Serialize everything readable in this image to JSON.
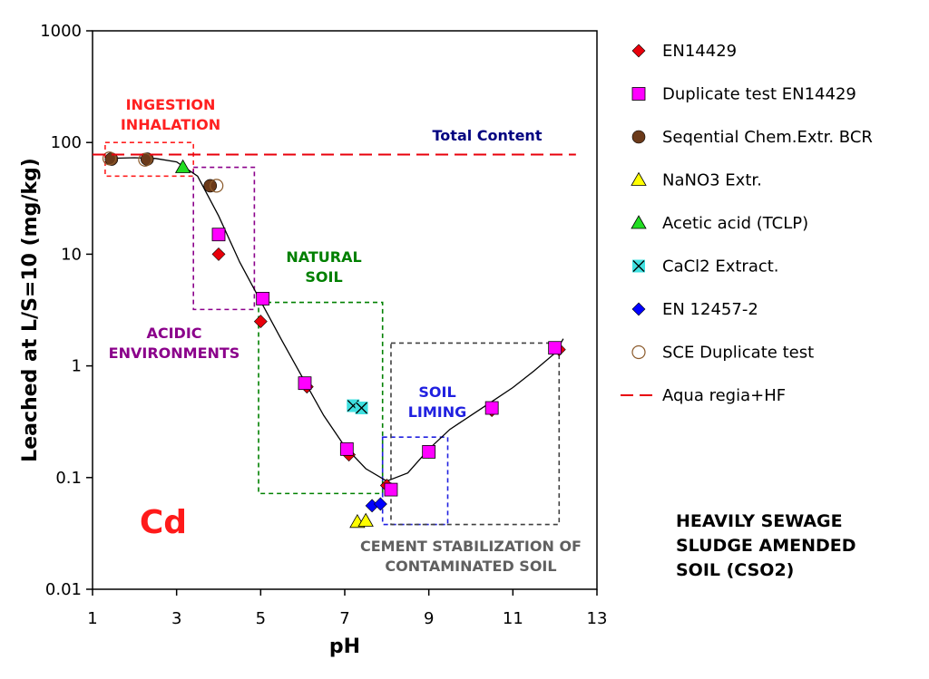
{
  "chart_data": {
    "type": "scatter",
    "xlabel": "pH",
    "ylabel": "Leached at L/S=10 (mg/kg)",
    "xlim": [
      1,
      13
    ],
    "ylim": [
      0.01,
      1000
    ],
    "y_scale": "log",
    "x_ticks": [
      "1",
      "3",
      "5",
      "7",
      "9",
      "11",
      "13"
    ],
    "y_ticks": [
      "0.01",
      "0.1",
      "1",
      "10",
      "100",
      "1000"
    ],
    "legend_position": "right",
    "element_label": "Cd",
    "sample_label": [
      "HEAVILY SEWAGE",
      "SLUDGE AMENDED",
      "SOIL (CSO2)"
    ],
    "series": [
      {
        "name": "EN14429",
        "marker": "diamond",
        "color": "#e8000b",
        "points": [
          [
            4.0,
            10
          ],
          [
            5.0,
            2.5
          ],
          [
            6.1,
            0.65
          ],
          [
            7.1,
            0.16
          ],
          [
            8.0,
            0.085
          ],
          [
            9.0,
            0.17
          ],
          [
            10.5,
            0.4
          ],
          [
            12.1,
            1.4
          ]
        ]
      },
      {
        "name": "Duplicate test EN14429",
        "marker": "square",
        "color": "#ff00ff",
        "points": [
          [
            4.0,
            15
          ],
          [
            5.05,
            4.0
          ],
          [
            6.05,
            0.7
          ],
          [
            7.05,
            0.18
          ],
          [
            8.1,
            0.078
          ],
          [
            9.0,
            0.17
          ],
          [
            10.5,
            0.42
          ],
          [
            12.0,
            1.45
          ]
        ]
      },
      {
        "name": "Seqential Chem.Extr. BCR",
        "marker": "circle",
        "color": "#6b3a1a",
        "points": [
          [
            1.45,
            71
          ],
          [
            2.3,
            71
          ],
          [
            3.8,
            41
          ]
        ]
      },
      {
        "name": "NaNO3 Extr.",
        "marker": "triangle",
        "color": "#ffff00",
        "points": [
          [
            7.3,
            0.04
          ],
          [
            7.5,
            0.041
          ]
        ]
      },
      {
        "name": "Acetic acid (TCLP)",
        "marker": "triangle",
        "color": "#22dd22",
        "points": [
          [
            3.15,
            60
          ]
        ]
      },
      {
        "name": "CaCl2 Extract.",
        "marker": "x",
        "color": "#40e0e0",
        "points": [
          [
            7.2,
            0.44
          ],
          [
            7.4,
            0.42
          ]
        ]
      },
      {
        "name": "EN 12457-2",
        "marker": "diamond",
        "color": "#0000ff",
        "points": [
          [
            7.65,
            0.056
          ],
          [
            7.85,
            0.058
          ]
        ]
      },
      {
        "name": "SCE Duplicate test",
        "marker": "open-circle",
        "color": "#8b5a2b",
        "points": [
          [
            1.4,
            72
          ],
          [
            2.25,
            70
          ],
          [
            3.95,
            41
          ]
        ]
      },
      {
        "name": "Aqua regia+HF",
        "marker": "dashed-line",
        "color": "#e8000b",
        "points": [
          [
            1.0,
            78
          ],
          [
            12.5,
            78
          ]
        ]
      }
    ],
    "trend_line": [
      [
        1.3,
        72
      ],
      [
        2,
        73
      ],
      [
        2.5,
        72
      ],
      [
        3,
        67
      ],
      [
        3.5,
        50
      ],
      [
        4,
        22
      ],
      [
        4.5,
        8.5
      ],
      [
        5,
        3.8
      ],
      [
        5.5,
        1.7
      ],
      [
        6,
        0.78
      ],
      [
        6.5,
        0.36
      ],
      [
        7,
        0.19
      ],
      [
        7.5,
        0.12
      ],
      [
        8,
        0.093
      ],
      [
        8.5,
        0.11
      ],
      [
        9,
        0.18
      ],
      [
        9.5,
        0.27
      ],
      [
        10,
        0.36
      ],
      [
        10.5,
        0.48
      ],
      [
        11,
        0.64
      ],
      [
        11.5,
        0.9
      ],
      [
        12,
        1.3
      ],
      [
        12.2,
        1.75
      ]
    ],
    "annotations": [
      {
        "lines": [
          "INGESTION",
          "INHALATION"
        ],
        "color": "#ff2020"
      },
      {
        "lines": [
          "Total Content"
        ],
        "color": "#000080"
      },
      {
        "lines": [
          "NATURAL",
          "SOIL"
        ],
        "color": "#008000"
      },
      {
        "lines": [
          "ACIDIC",
          "ENVIRONMENTS"
        ],
        "color": "#8b008b"
      },
      {
        "lines": [
          "SOIL",
          "LIMING"
        ],
        "color": "#2020e0"
      },
      {
        "lines": [
          "CEMENT STABILIZATION OF",
          "CONTAMINATED SOIL"
        ],
        "color": "#606060"
      }
    ],
    "regions": [
      {
        "name": "ingestion-inhalation",
        "x": [
          1.3,
          3.4
        ],
        "y": [
          50,
          100
        ],
        "color": "#ff2020"
      },
      {
        "name": "acidic-environments",
        "x": [
          3.4,
          4.85
        ],
        "y": [
          3.2,
          60
        ],
        "color": "#8b008b"
      },
      {
        "name": "natural-soil",
        "x": [
          4.95,
          7.9
        ],
        "y": [
          0.072,
          3.7
        ],
        "color": "#008000"
      },
      {
        "name": "soil-liming",
        "x": [
          7.9,
          9.45
        ],
        "y": [
          0.038,
          0.23
        ],
        "color": "#2020e0"
      },
      {
        "name": "cement-stabilization",
        "x": [
          8.1,
          12.1
        ],
        "y": [
          0.038,
          1.6
        ],
        "color": "#404040"
      }
    ]
  }
}
